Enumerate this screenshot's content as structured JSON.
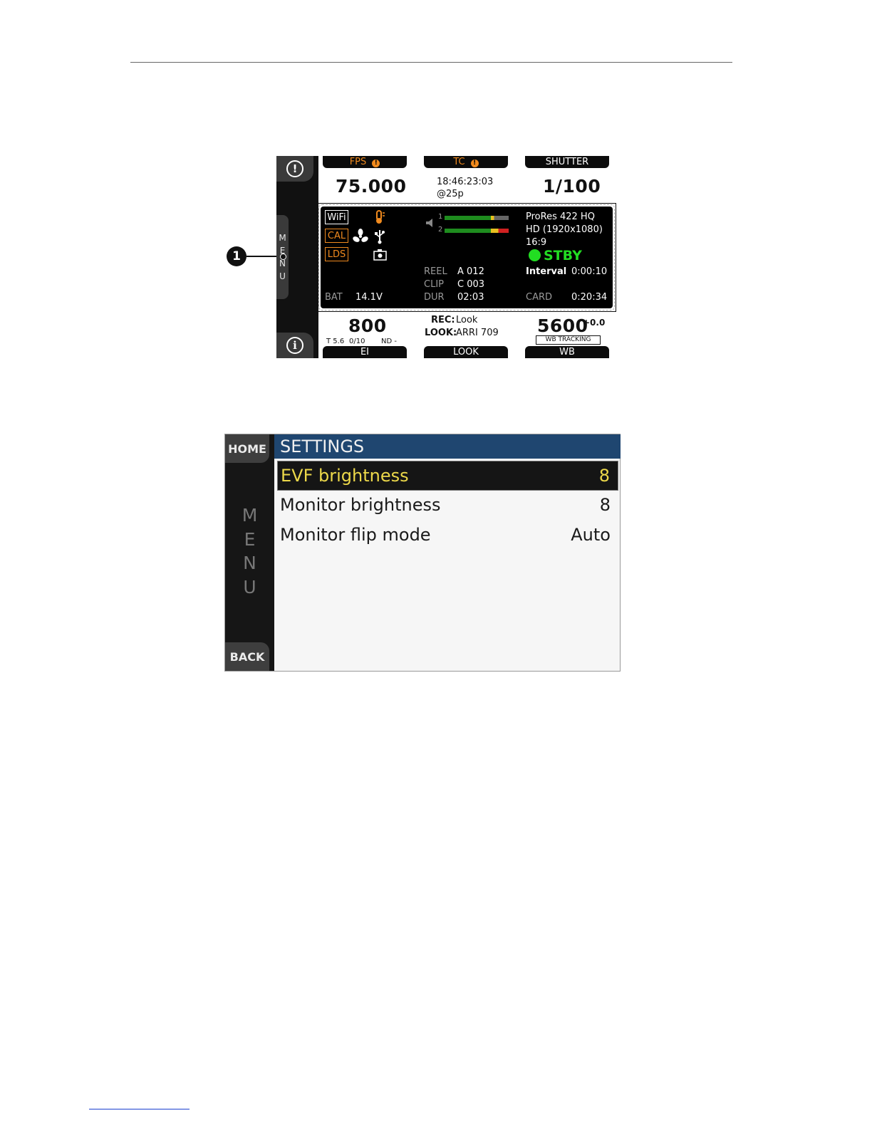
{
  "camera_home": {
    "top_labels": {
      "fps": "FPS",
      "tc": "TC",
      "shutter": "SHUTTER"
    },
    "fps_value": "75.000",
    "tc_value": "18:46:23:03",
    "tc_rate": "@25p",
    "shutter_value": "1/100",
    "menu_letters": [
      "M",
      "E",
      "N",
      "U"
    ],
    "status_badges": {
      "wifi": "WiFi",
      "cal": "CAL",
      "lds": "LDS"
    },
    "audio_channels": [
      "1",
      "2"
    ],
    "codec": "ProRes 422 HQ",
    "resolution": "HD (1920x1080)",
    "aspect": "16:9",
    "record_state": "STBY",
    "reel_label": "REEL",
    "reel_value": "A 012",
    "clip_label": "CLIP",
    "clip_value": "C 003",
    "dur_label": "DUR",
    "dur_value": "02:03",
    "interval_label": "Interval",
    "interval_value": "0:00:10",
    "bat_label": "BAT",
    "bat_value": "14.1V",
    "card_label": "CARD",
    "card_value": "0:20:34",
    "ei_value": "800",
    "ei_sub_t": "T 5.6",
    "ei_sub_frac": "0/10",
    "ei_sub_nd": "ND -",
    "rec_label": "REC:",
    "rec_value": "Look",
    "look_label": "LOOK:",
    "look_value": "ARRI 709",
    "wb_value": "5600",
    "wb_offset": "+0.0",
    "wb_tracking": "WB TRACKING",
    "bottom_labels": {
      "ei": "EI",
      "look": "LOOK",
      "wb": "WB"
    },
    "callout_number": "1",
    "colors": {
      "warning": "#f08a1e",
      "stby": "#22dd22",
      "meter_green": "#1e8c1e",
      "meter_peak": "#e8c020"
    }
  },
  "settings_screen": {
    "home_label": "HOME",
    "back_label": "BACK",
    "menu_letters": [
      "M",
      "E",
      "N",
      "U"
    ],
    "title": "SETTINGS",
    "rows": [
      {
        "label": "EVF brightness",
        "value": "8",
        "selected": true
      },
      {
        "label": "Monitor brightness",
        "value": "8",
        "selected": false
      },
      {
        "label": "Monitor flip mode",
        "value": "Auto",
        "selected": false
      }
    ],
    "colors": {
      "title_bar": "#1f4670",
      "selected_text": "#ecd84a"
    }
  }
}
